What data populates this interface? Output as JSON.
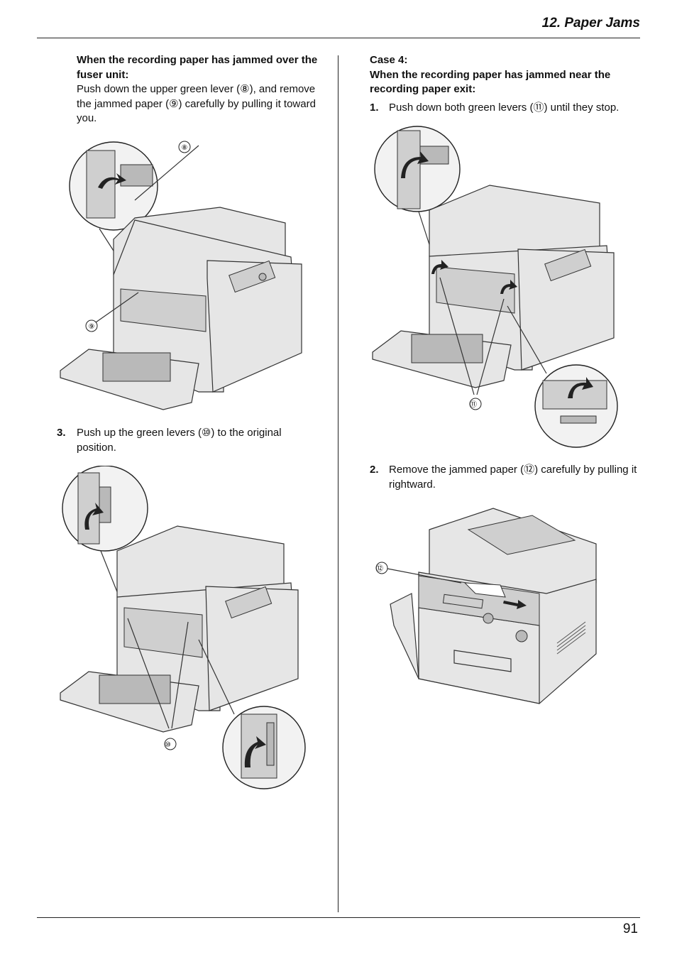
{
  "header": {
    "title": "12. Paper Jams"
  },
  "left": {
    "section_heading": "When the recording paper has jammed over the fuser unit:",
    "section_body": "Push down the upper green lever (⑧), and remove the jammed paper (⑨) carefully by pulling it toward you.",
    "fig1_callouts": [
      "⑧",
      "⑨"
    ],
    "step3_num": "3.",
    "step3_text": "Push up the green levers (⑩) to the original position.",
    "fig2_callouts": [
      "⑩"
    ]
  },
  "right": {
    "case_label": "Case 4:",
    "case_heading": "When the recording paper has jammed near the recording paper exit:",
    "step1_num": "1.",
    "step1_text": "Push down both green levers (⑪) until they stop.",
    "fig3_callouts": [
      "⑪"
    ],
    "step2_num": "2.",
    "step2_text": "Remove the jammed paper (⑫) carefully by pulling it rightward.",
    "fig4_callouts": [
      "⑫"
    ]
  },
  "footer": {
    "page_number": "91"
  }
}
